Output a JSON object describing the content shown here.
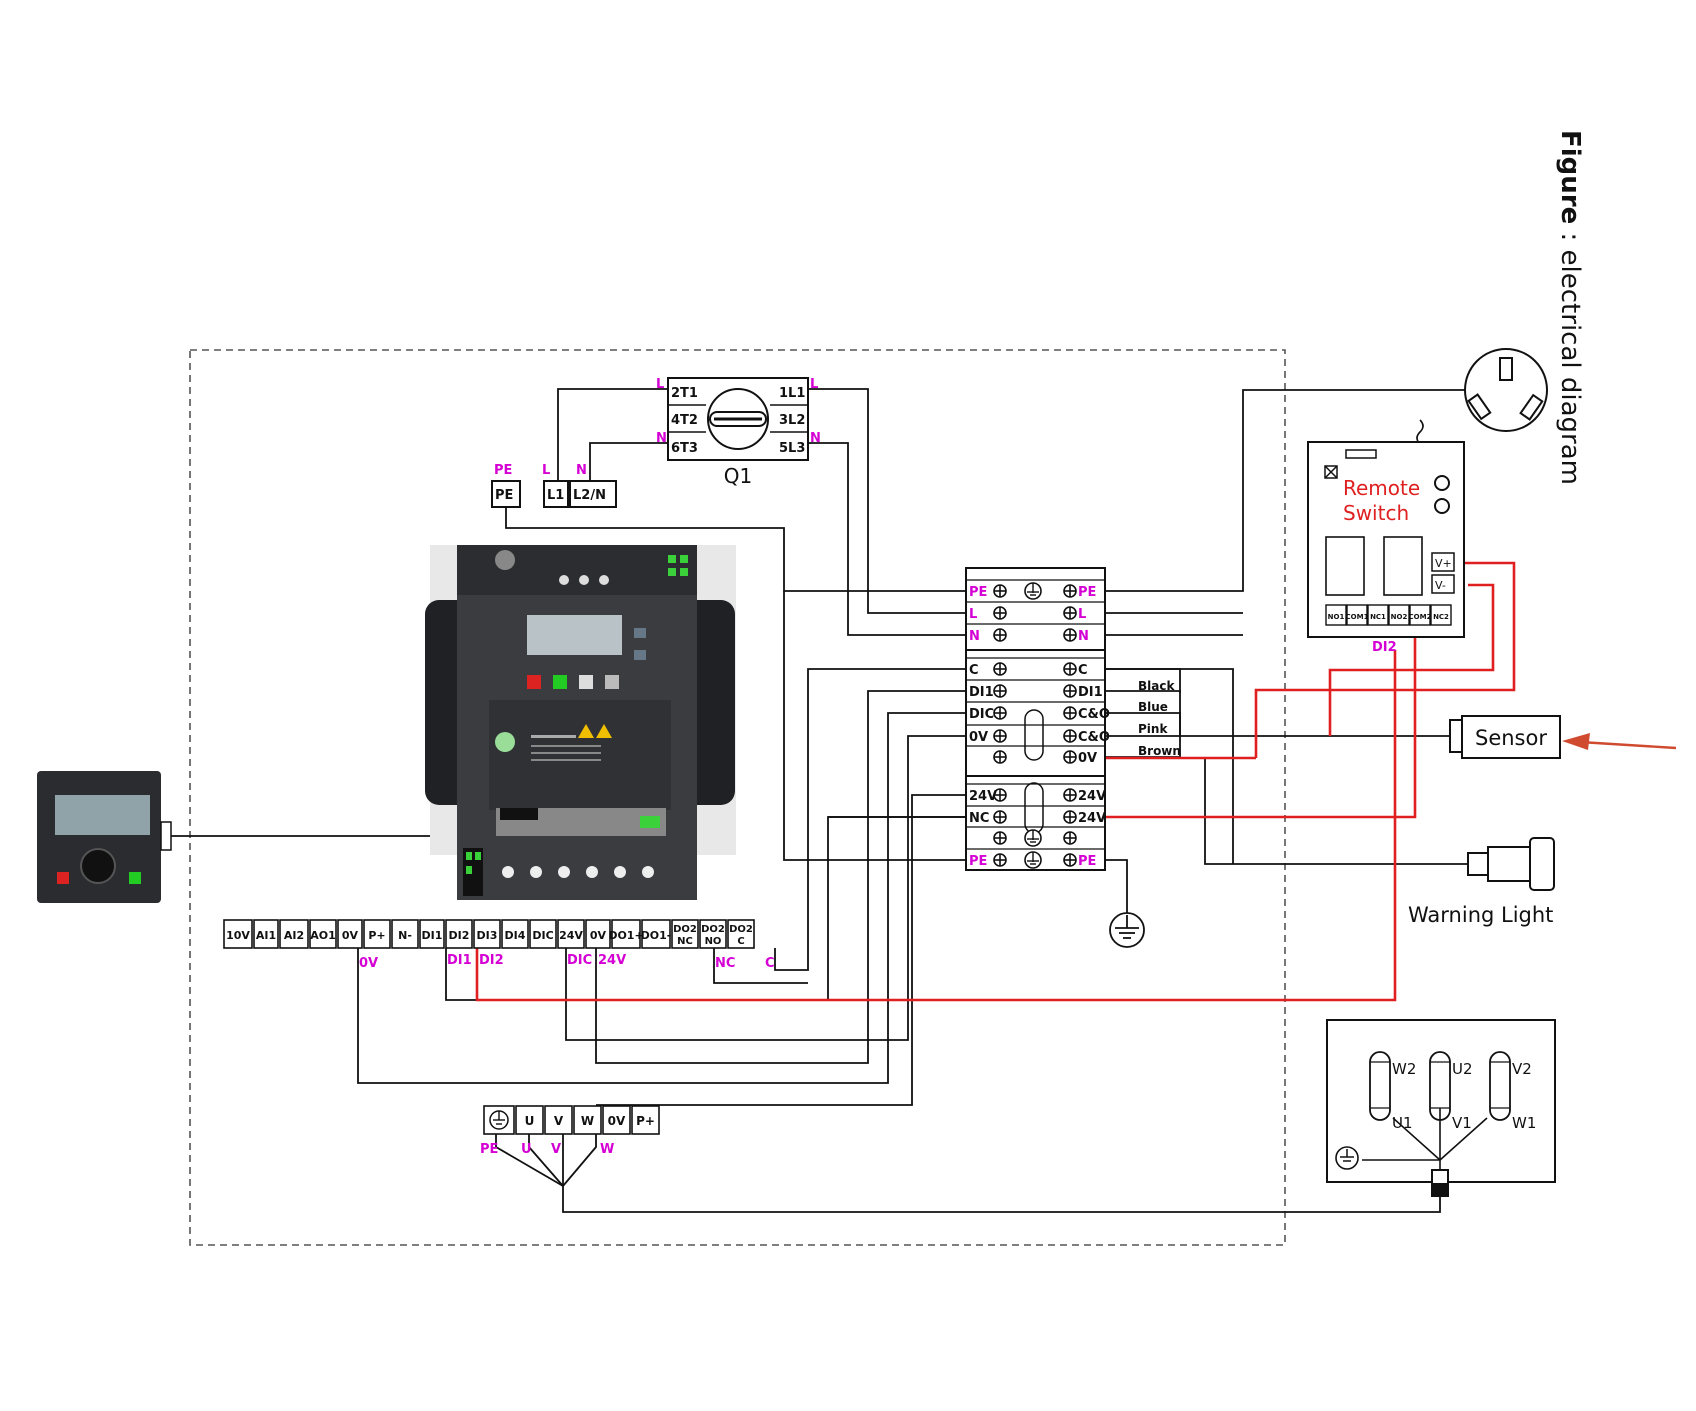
{
  "caption": {
    "label": "Figure",
    "sep": " : ",
    "text": "electrical diagram"
  },
  "q1": {
    "name": "Q1",
    "t1": "2T1",
    "t2": "4T2",
    "t3": "6T3",
    "l1": "1L1",
    "l2": "3L2",
    "l3": "5L3",
    "mark_l": "L",
    "mark_n": "N"
  },
  "supply": {
    "pe": "PE",
    "l1": "L1",
    "l2n": "L2/N",
    "mark_pe": "PE",
    "mark_l": "L",
    "mark_n": "N"
  },
  "terminal_block": {
    "rows": [
      {
        "left": "PE",
        "right": "PE"
      },
      {
        "left": "L",
        "right": "L"
      },
      {
        "left": "N",
        "right": "N"
      },
      {
        "left": "C",
        "right": "C"
      },
      {
        "left": "DI1",
        "right": "DI1"
      },
      {
        "left": "DIC",
        "right": "C&O"
      },
      {
        "left": "0V",
        "right": "C&O"
      },
      {
        "left": "",
        "right": "0V"
      },
      {
        "left": "24V",
        "right": "24V"
      },
      {
        "left": "NC",
        "right": "24V"
      },
      {
        "left": "",
        "right": ""
      },
      {
        "left": "PE",
        "right": "PE"
      }
    ],
    "wire_colors": [
      "Black",
      "Blue",
      "Pink",
      "Brown"
    ]
  },
  "remote_switch": {
    "title_line1": "Remote",
    "title_line2": "Switch",
    "vplus": "V+",
    "vminus": "V-",
    "pins": [
      "NO1",
      "COM1",
      "NC1",
      "NO2",
      "COM2",
      "NC2"
    ],
    "di_label": "DI2"
  },
  "sensor": {
    "label": "Sensor"
  },
  "warning_light": {
    "label": "Warning Light"
  },
  "control_terminals": {
    "labels": [
      "10V",
      "AI1",
      "AI2",
      "AO1",
      "0V",
      "P+",
      "N-",
      "DI1",
      "DI2",
      "DI3",
      "DI4",
      "DIC",
      "24V",
      "0V",
      "DO1+",
      "DO1-",
      "DO2 NC",
      "DO2 NO",
      "DO2 C"
    ],
    "marks": {
      "ov": "0V",
      "di1": "DI1",
      "di2": "DI2",
      "dic": "DIC",
      "v24": "24V",
      "nc": "NC",
      "c": "C"
    }
  },
  "power_terminals": {
    "labels": [
      "U",
      "V",
      "W",
      "0V",
      "P+"
    ],
    "marks": [
      "PE",
      "U",
      "V",
      "W"
    ]
  },
  "motor": {
    "top": [
      "W2",
      "U2",
      "V2"
    ],
    "bottom": [
      "U1",
      "V1",
      "W1"
    ]
  },
  "colors": {
    "magenta": "#d400d4",
    "red_wire": "#e02020",
    "arrow": "#d04a30",
    "drive_body": "#3a3c40"
  }
}
